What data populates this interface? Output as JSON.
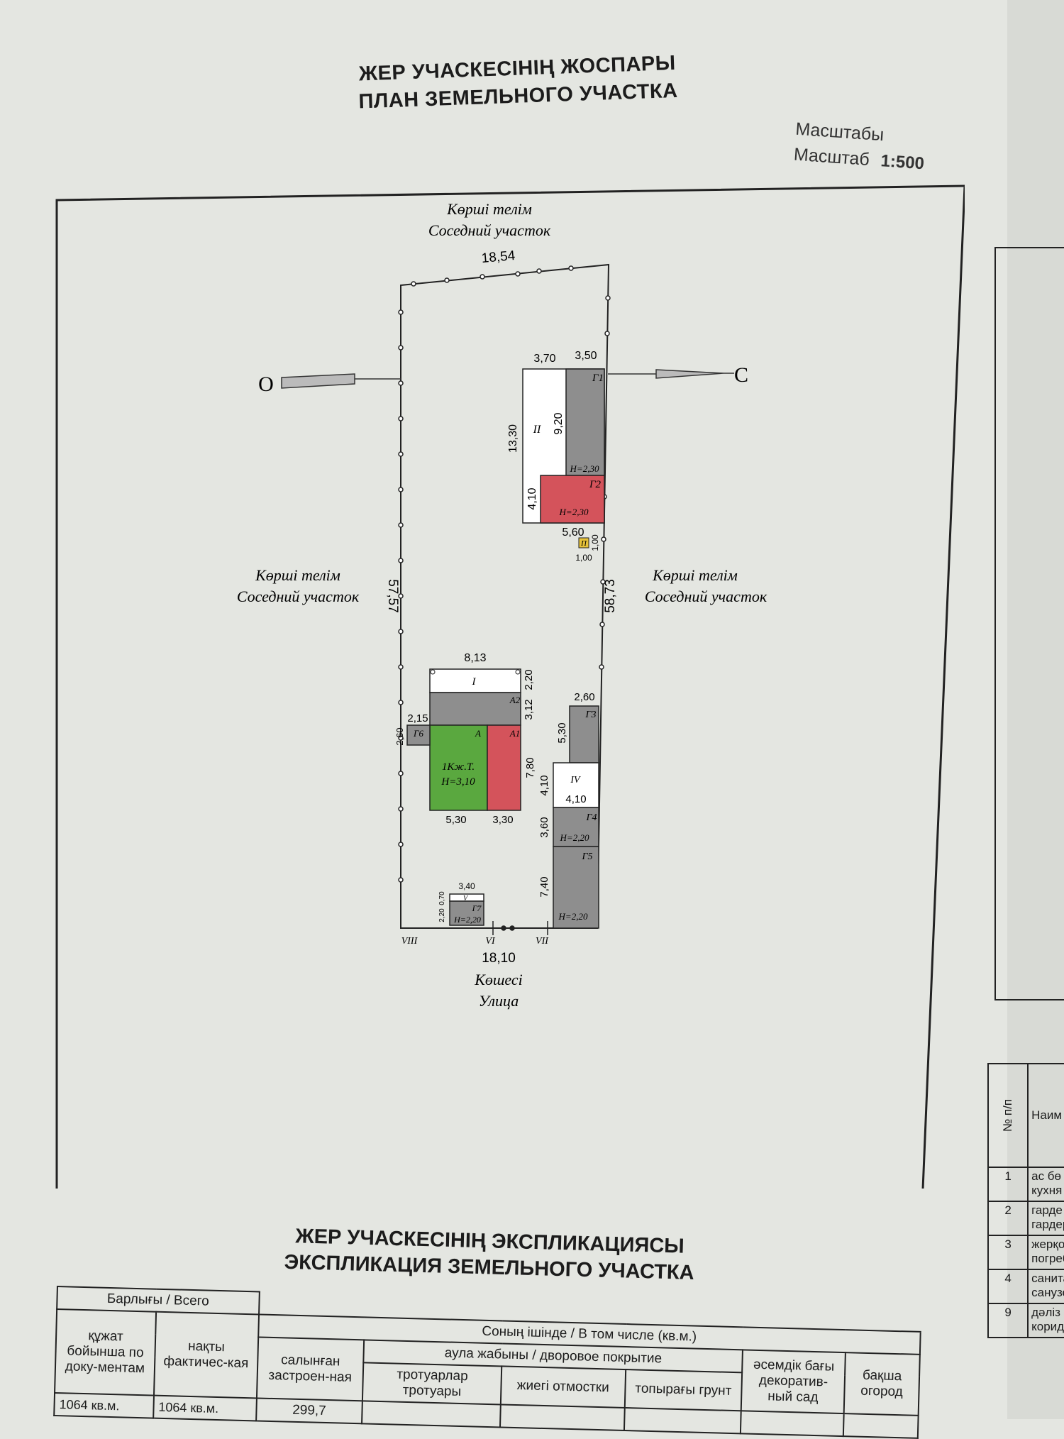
{
  "titles": {
    "plan_kz": "ЖЕР УЧАСКЕСІНІҢ ЖОСПАРЫ",
    "plan_ru": "ПЛАН ЗЕМЕЛЬНОГО УЧАСТКА",
    "scale_kz": "Масштабы",
    "scale_ru": "Масштаб",
    "scale_value": "1:500",
    "expl_kz": "ЖЕР УЧАСКЕСІНІҢ ЭКСПЛИКАЦИЯСЫ",
    "expl_ru": "ЭКСПЛИКАЦИЯ ЗЕМЕЛЬНОГО УЧАСТКА"
  },
  "plan": {
    "north_label_kz": "Көрші телім",
    "north_label_ru": "Соседний участок",
    "west_label_kz": "Көрші телім",
    "west_label_ru": "Соседний участок",
    "east_label_kz": "Көрші телім",
    "east_label_ru": "Соседний участок",
    "south_label_kz": "Көшесі",
    "south_label_ru": "Улица",
    "compass_west": "О",
    "compass_east": "С",
    "dim_north": "18,54",
    "dim_south": "18,10",
    "dim_west": "57,57",
    "dim_east": "58,73",
    "block_north": {
      "d1": "3,70",
      "d2": "3,50",
      "d3": "13,30",
      "d4": "9,20",
      "d5": "4,10",
      "d6": "5,60",
      "d7": "1,00",
      "d8": "1,00",
      "roman": "II",
      "g1": "Г1",
      "g2": "Г2",
      "h1": "Н=2,30",
      "h2": "Н=2,30",
      "small": "П"
    },
    "house": {
      "d_top": "8,13",
      "d_right_top": "2,20",
      "d_right_mid": "3,12",
      "d_left": "2,15",
      "d_left_v": "2,60",
      "d_right": "7,80",
      "d_bottom_left": "5,30",
      "d_bottom_right": "3,30",
      "roman": "I",
      "a2": "А2",
      "a": "А",
      "a1": "А1",
      "g6": "Г6",
      "main_label": "1Кж.Т.",
      "height": "Н=3,10"
    },
    "sheds_east": {
      "d1": "2,60",
      "d2": "5,30",
      "d3": "4,10",
      "d4": "4,10",
      "d5": "3,60",
      "d6": "7,40",
      "g3": "Г3",
      "roman": "IV",
      "g4": "Г4",
      "h4": "Н=2,20",
      "g5": "Г5",
      "h5": "Н=2,20"
    },
    "south_shed": {
      "d_top": "3,40",
      "d_v": "0,70",
      "d_v2": "2,20",
      "roman": "V",
      "g7": "Г7",
      "h": "Н=2,20"
    },
    "points": {
      "p6": "VI",
      "p7": "VII",
      "p8": "VIII"
    }
  },
  "explication": {
    "total_header": "Барлығы / Всего",
    "by_docs_header": "құжат бойынша по доку-ментам",
    "actual_header": "нақты фактичес-кая",
    "built_header": "салынған застроен-ная",
    "incl_header": "Соның ішінде / В том числе (кв.м.)",
    "yard_header": "аула жабыны / дворовое покрытие",
    "sidewalk_header": "тротуарлар тротуары",
    "blind_header": "жиегі отмостки",
    "soil_header": "топырағы грунт",
    "decor_header": "әсемдік бағы декоратив- ный сад",
    "garden_header": "бақша огород",
    "by_docs_value": "1064 кв.м.",
    "actual_value": "1064 кв.м.",
    "built_value": "299,7"
  },
  "side": {
    "head_num": "№ п/п",
    "head_name": "Наим",
    "rows": [
      {
        "n": "1",
        "t": "ас бө кухня"
      },
      {
        "n": "2",
        "t": "гарде гардер"
      },
      {
        "n": "3",
        "t": "жерқо погреб"
      },
      {
        "n": "4",
        "t": "санита санузе"
      },
      {
        "n": "9",
        "t": "дәліз коридо"
      }
    ]
  },
  "colors": {
    "red": "#d4535b",
    "green": "#5aa83f",
    "grey": "#8e8e8e"
  }
}
